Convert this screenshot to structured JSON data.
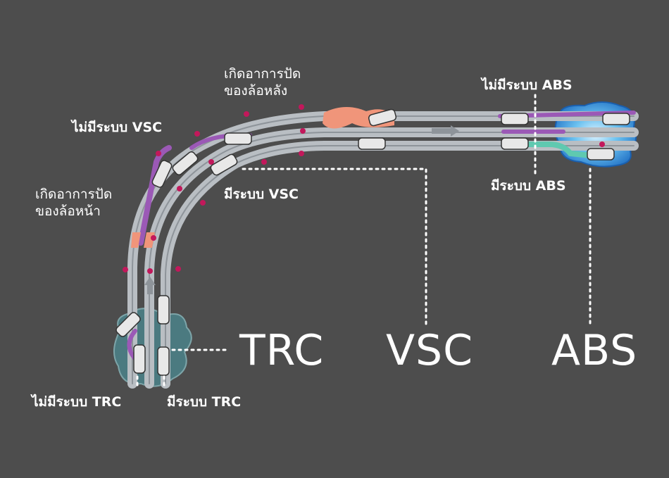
{
  "systems": {
    "trc": "TRC",
    "vsc": "VSC",
    "abs": "ABS"
  },
  "labels": {
    "rear_skid": "เกิดอาการปัด\nของล้อหลัง",
    "front_skid": "เกิดอาการปัด\nของล้อหน้า",
    "no_vsc": "ไม่มีระบบ VSC",
    "with_vsc": "มีระบบ VSC",
    "no_abs": "ไม่มีระบบ ABS",
    "with_abs": "มีระบบ ABS",
    "no_trc": "ไม่มีระบบ TRC",
    "with_trc": "มีระบบ TRC"
  },
  "colors": {
    "background": "#4d4d4d",
    "road": "#b9bec3",
    "road_lane": "#8e949a",
    "no_system_path": "#9b59b6",
    "skid_zone": "#f0957a",
    "abs_path": "#5fc9b0",
    "ice": "#2e8fd8",
    "water": "#4b7a80",
    "marker": "#c2185b"
  }
}
